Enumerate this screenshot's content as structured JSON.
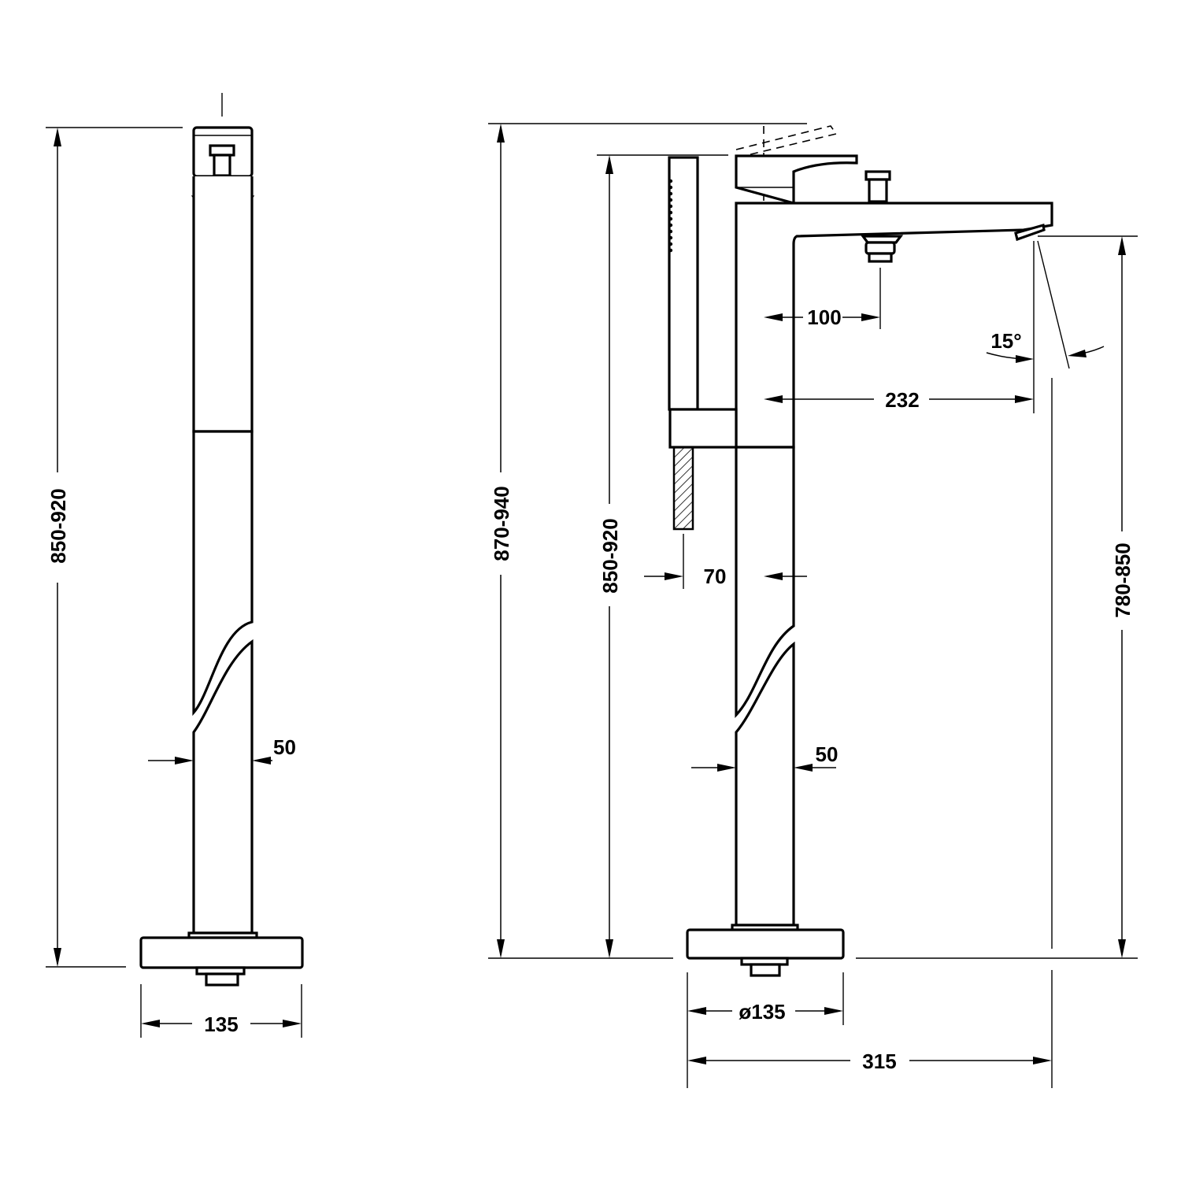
{
  "diagram": {
    "side_view": {
      "height_label": "850-920",
      "pipe_width_label": "50",
      "base_width_label": "135"
    },
    "front_view": {
      "total_height_label": "870-940",
      "shower_height_label": "850-920",
      "spout_height_label": "780-850",
      "diverter_offset_label": "100",
      "spout_reach_label": "232",
      "spout_angle_label": "15°",
      "shower_offset_label": "70",
      "pipe_width_label": "50",
      "base_diameter_label": "ø135",
      "total_width_label": "315"
    }
  }
}
